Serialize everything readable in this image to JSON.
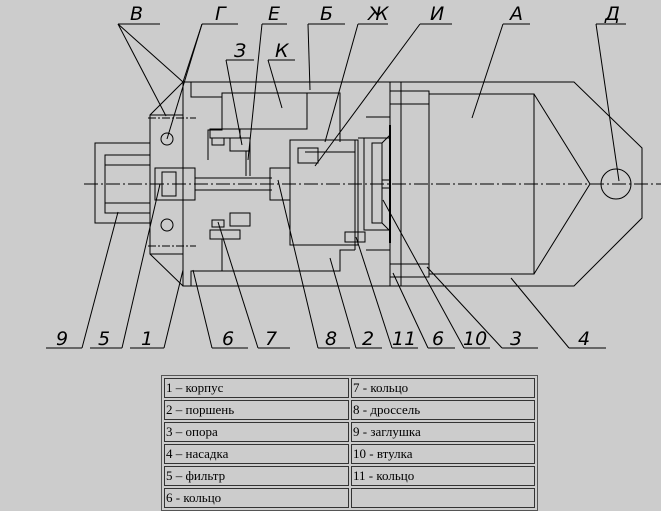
{
  "drawing": {
    "letter_labels": [
      "В",
      "Г",
      "Е",
      "Б",
      "Ж",
      "И",
      "А",
      "Д",
      "З",
      "К"
    ],
    "number_labels": [
      "9",
      "5",
      "1",
      "6",
      "7",
      "8",
      "2",
      "11",
      "6",
      "10",
      "3",
      "4"
    ]
  },
  "legend": {
    "rows": [
      [
        "1 – корпус",
        "7 - кольцо"
      ],
      [
        "2 – поршень",
        "8 - дроссель"
      ],
      [
        "3 – опора",
        "9 - заглушка"
      ],
      [
        "4 – насадка",
        "10 - втулка"
      ],
      [
        "5 – фильтр",
        "11 - кольцо"
      ],
      [
        "6 - кольцо",
        ""
      ]
    ]
  }
}
